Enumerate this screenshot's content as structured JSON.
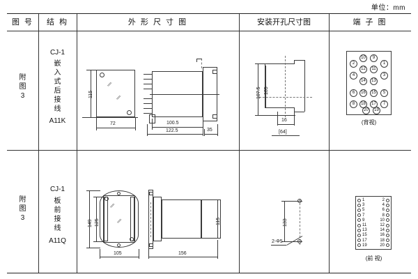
{
  "unit_note": "单位：mm",
  "table": {
    "headers": [
      {
        "key": "fig_no",
        "label": "图 号"
      },
      {
        "key": "structure",
        "label": "结 构"
      },
      {
        "key": "outline",
        "label": "外 形 尺 寸 图"
      },
      {
        "key": "panel_cutout",
        "label": "安装开孔尺寸图"
      },
      {
        "key": "terminal",
        "label": "端 子 图"
      }
    ],
    "rows": [
      {
        "fig_no": {
          "chars": [
            "附",
            "图",
            "3"
          ]
        },
        "structure": {
          "model": "CJ-1",
          "chars": [
            "嵌",
            "入",
            "式",
            "后",
            "接",
            "线"
          ],
          "code": "A11K"
        },
        "outline": {
          "front_view": {
            "dims": {
              "height": "115",
              "width": "72"
            }
          },
          "side_view": {
            "dims": {
              "body": "100.5",
              "flange": "35",
              "total": "122.5"
            }
          }
        },
        "panel_cutout": {
          "dims": {
            "outer_height": "107.5",
            "inner_height": "105",
            "notch": "16",
            "width": "[64]"
          }
        },
        "terminal": {
          "type": "staggered",
          "caption": "(背视)",
          "columns": {
            "outer_left": [
              "2",
              "4",
              "6",
              "8"
            ],
            "inner_left": [
              "10",
              "12",
              "14",
              "16",
              "18",
              "20"
            ],
            "inner_right": [
              "9",
              "11",
              "13",
              "15",
              "17",
              "19"
            ],
            "outer_right": [
              "1",
              "3",
              "5",
              "7"
            ]
          }
        }
      },
      {
        "fig_no": {
          "chars": [
            "附",
            "图",
            "3"
          ]
        },
        "structure": {
          "model": "CJ-1",
          "chars": [
            "板",
            "前",
            "接",
            "线"
          ],
          "code": "A11Q"
        },
        "outline": {
          "front_view": {
            "dims": {
              "outer_height": "149",
              "inner_height": "125",
              "width": "105"
            }
          },
          "side_view": {
            "dims": {
              "length": "156",
              "height": "115"
            }
          }
        },
        "panel_cutout": {
          "dims": {
            "spacing": "133",
            "holes": "2-Φ5"
          }
        },
        "terminal": {
          "type": "two-column",
          "caption": "(前 视)",
          "pairs": [
            [
              "1",
              "2"
            ],
            [
              "3",
              "4"
            ],
            [
              "5",
              "6"
            ],
            [
              "7",
              "8"
            ],
            [
              "9",
              "10"
            ],
            [
              "11",
              "12"
            ],
            [
              "13",
              "14"
            ],
            [
              "15",
              "16"
            ],
            [
              "17",
              "18"
            ],
            [
              "19",
              "20"
            ]
          ]
        }
      }
    ]
  }
}
